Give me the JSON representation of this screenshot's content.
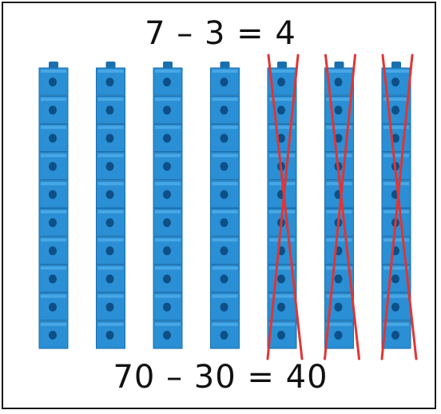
{
  "equations": {
    "top": "7 – 3 = 4",
    "bottom": "70 – 30 = 40"
  },
  "rods": {
    "total": 7,
    "crossed_out": 3,
    "cubes_per_rod": 10
  },
  "colors": {
    "cube_fill": "#2a8fd4",
    "cube_light": "#55b0ec",
    "cube_dark": "#1a6fae",
    "hole": "#0d4f86",
    "cross_line": "#e03535",
    "border": "#1a1a1a"
  }
}
